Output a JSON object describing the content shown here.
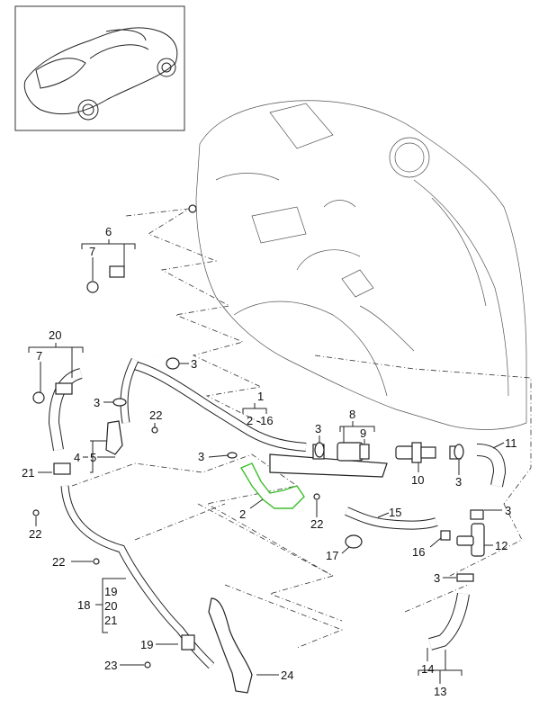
{
  "diagram": {
    "title": "Coolant / water hose assembly exploded view",
    "highlight_color": "#3bbf2a",
    "line_color": "#222222",
    "callouts": {
      "c1": "1",
      "c1_range": "2 -16",
      "c2": "2",
      "c3a": "3",
      "c3b": "3",
      "c3c": "3",
      "c3d": "3",
      "c3e": "3",
      "c3f": "3",
      "c3g": "3",
      "c4": "4",
      "c5": "5",
      "c6": "6",
      "c7a": "7",
      "c7b": "7",
      "c8": "8",
      "c9": "9",
      "c10": "10",
      "c11": "11",
      "c12": "12",
      "c13": "13",
      "c14": "14",
      "c15": "15",
      "c16": "16",
      "c17": "17",
      "c18": "18",
      "c18_sub1": "19",
      "c18_sub2": "20",
      "c18_sub3": "21",
      "c19": "19",
      "c20": "20",
      "c21": "21",
      "c22a": "22",
      "c22b": "22",
      "c22c": "22",
      "c22d": "22",
      "c23": "23",
      "c24": "24"
    }
  }
}
